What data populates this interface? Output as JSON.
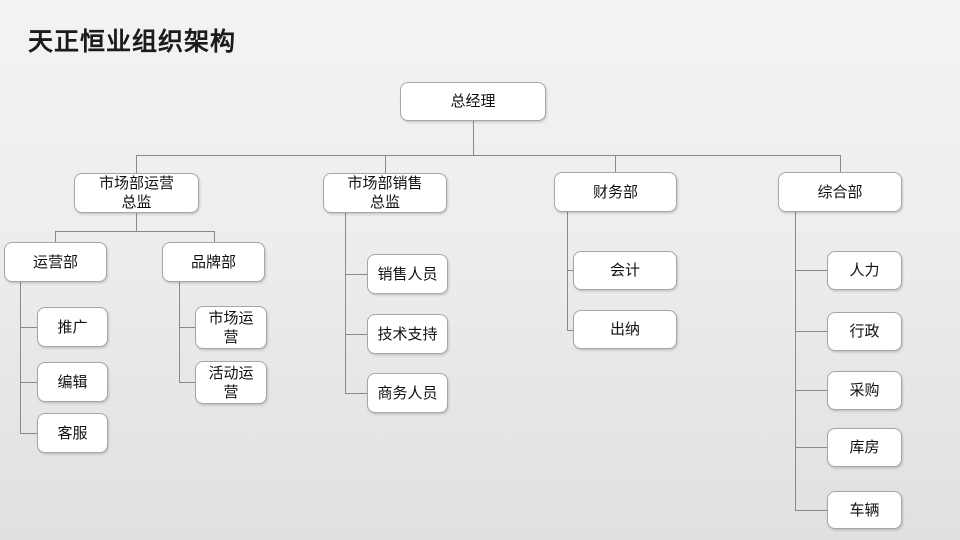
{
  "title": "天正恒业组织架构",
  "colors": {
    "node_fill": "#ffffff",
    "node_border": "#a6a6a6",
    "connector": "#8a8a8a",
    "title_text": "#1b1b1b",
    "background_top": "#f4f3f3",
    "background_bottom": "#e1e0df"
  },
  "org_chart": {
    "root": {
      "id": "general-manager",
      "label": "总经理",
      "children": [
        {
          "id": "marketing-operations-director",
          "label": "市场部运营\n总监",
          "children": [
            {
              "id": "operations-dept",
              "label": "运营部",
              "children": [
                {
                  "id": "promotion",
                  "label": "推广"
                },
                {
                  "id": "editing",
                  "label": "编辑"
                },
                {
                  "id": "customer-service",
                  "label": "客服"
                }
              ]
            },
            {
              "id": "brand-dept",
              "label": "品牌部",
              "children": [
                {
                  "id": "market-operations",
                  "label": "市场运\n营"
                },
                {
                  "id": "event-operations",
                  "label": "活动运\n营"
                }
              ]
            }
          ]
        },
        {
          "id": "marketing-sales-director",
          "label": "市场部销售\n总监",
          "children": [
            {
              "id": "sales-staff",
              "label": "销售人员"
            },
            {
              "id": "tech-support",
              "label": "技术支持"
            },
            {
              "id": "business-staff",
              "label": "商务人员"
            }
          ]
        },
        {
          "id": "finance-dept",
          "label": "财务部",
          "children": [
            {
              "id": "accounting",
              "label": "会计"
            },
            {
              "id": "cashier",
              "label": "出纳"
            }
          ]
        },
        {
          "id": "general-affairs-dept",
          "label": "综合部",
          "children": [
            {
              "id": "hr",
              "label": "人力"
            },
            {
              "id": "admin",
              "label": "行政"
            },
            {
              "id": "procurement",
              "label": "采购"
            },
            {
              "id": "warehouse",
              "label": "库房"
            },
            {
              "id": "vehicles",
              "label": "车辆"
            }
          ]
        }
      ]
    }
  }
}
